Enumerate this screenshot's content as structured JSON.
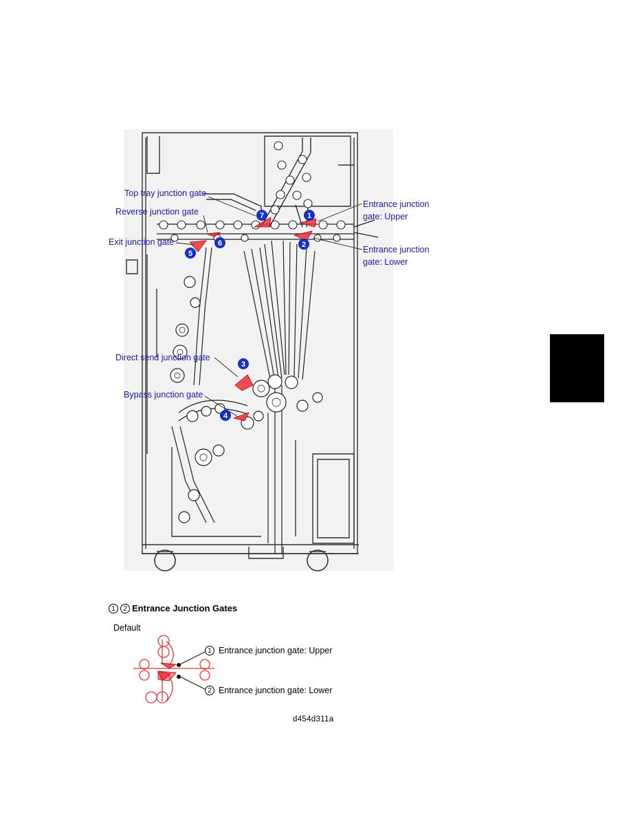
{
  "diagram": {
    "callouts": {
      "top_tray": "Top tray junction gate",
      "reverse": "Reverse junction gate",
      "exit": "Exit junction gate",
      "entrance_upper_1": "Entrance junction",
      "entrance_upper_2": "gate: Upper",
      "entrance_lower_1": "Entrance junction",
      "entrance_lower_2": "gate: Lower",
      "direct_send": "Direct send junction gate",
      "bypass": "Bypass junction gate"
    },
    "markers": [
      "1",
      "2",
      "3",
      "4",
      "5",
      "6",
      "7"
    ],
    "colors": {
      "callout": "#1a1aa8",
      "marker": "#1530c8",
      "gate": "#e8333a"
    }
  },
  "section": {
    "num1": "1",
    "num2": "2",
    "title": "Entrance Junction Gates",
    "default_label": "Default",
    "gate_upper_num": "1",
    "gate_upper": "Entrance junction gate: Upper",
    "gate_lower_num": "2",
    "gate_lower": "Entrance junction gate: Lower"
  },
  "figure_code": "d454d311a"
}
